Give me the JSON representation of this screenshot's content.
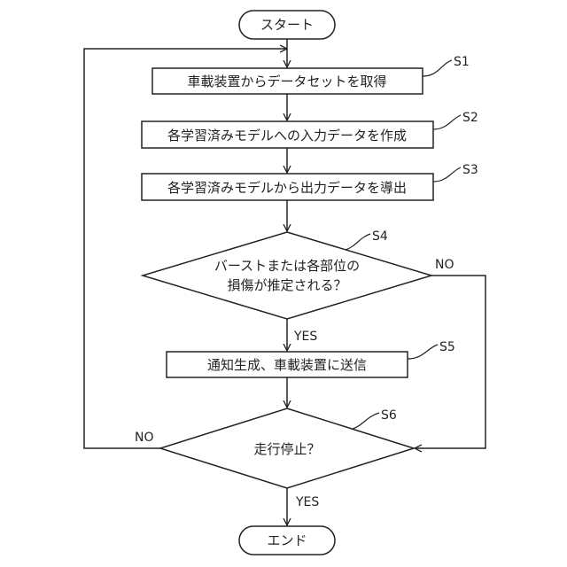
{
  "start_label": "スタート",
  "end_label": "エンド",
  "steps": [
    {
      "id": "S1",
      "text": "車載装置からデータセットを取得"
    },
    {
      "id": "S2",
      "text": "各学習済みモデルへの入力データを作成"
    },
    {
      "id": "S3",
      "text": "各学習済みモデルから出力データを導出"
    },
    {
      "id": "S5",
      "text": "通知生成、車載装置に送信"
    }
  ],
  "decisions": [
    {
      "id": "S4",
      "line1": "バーストまたは各部位の",
      "line2": "損傷が推定される？",
      "yes": "YES",
      "no": "NO"
    },
    {
      "id": "S6",
      "line1": "走行停止？",
      "yes": "YES",
      "no": "NO"
    }
  ]
}
